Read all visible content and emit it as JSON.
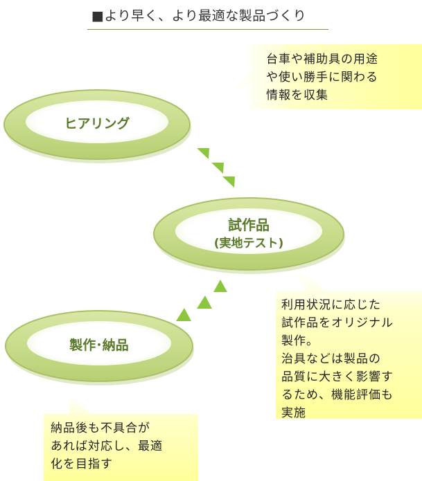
{
  "title": "■より早く、より最適な製品づくり",
  "colors": {
    "ellipse_outer": "#c8dc8a",
    "ellipse_inner": "#ffffff",
    "arrow": "#8cc63f",
    "note_fill": "#ffffc8",
    "label_text": "#5a7a2a",
    "title_rule": "#7a9a4a"
  },
  "nodes": [
    {
      "id": "hearing",
      "label": "ヒアリング"
    },
    {
      "id": "prototype",
      "label": "試作品",
      "sublabel": "(実地テスト)"
    },
    {
      "id": "production",
      "label": "製作･納品"
    }
  ],
  "notes": [
    {
      "id": "hearing-note",
      "text": "台車や補助具の用途\nや使い勝手に関わる\n情報を収集"
    },
    {
      "id": "prototype-note",
      "text": "利用状況に応じた\n試作品をオリジナル\n製作。\n治具などは製品の\n品質に大きく影響す\nるため、機能評価も\n実施"
    },
    {
      "id": "production-note",
      "text": "納品後も不具合が\nあれば対応し、最適\n化を目指す"
    }
  ]
}
